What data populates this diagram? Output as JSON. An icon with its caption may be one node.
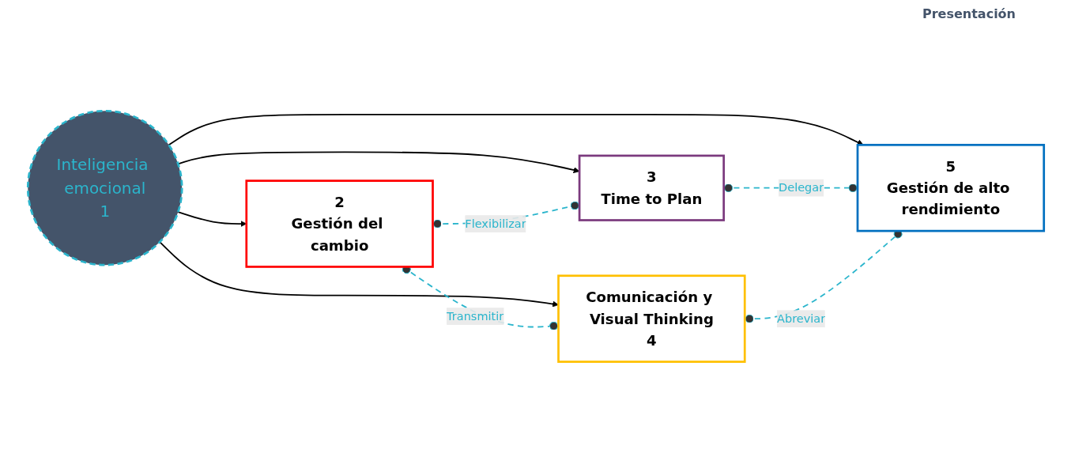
{
  "diagram": {
    "nodes": [
      {
        "text": [
          "Inteligencia emocional",
          "1"
        ]
      },
      {
        "text": [
          "2",
          "Gestión del cambio"
        ]
      },
      {
        "text": [
          "3",
          "Time to Plan"
        ]
      },
      {
        "text": [
          "Comunicación y Visual Thinking",
          "4"
        ]
      },
      {
        "text": [
          "5",
          "Gestión de alto rendimiento"
        ]
      }
    ],
    "edges": [
      {
        "from": 0,
        "to": 1,
        "arrow": "to"
      },
      {
        "from": 0,
        "to": 2,
        "arrow": "to"
      },
      {
        "from": 0,
        "to": 3,
        "arrow": "to"
      },
      {
        "from": 0,
        "to": 4,
        "arrow": "to"
      },
      {
        "from": 1,
        "to": 2,
        "arrow": "other",
        "label": "Flexibilizar",
        "style": "dashed",
        "color": "#2bb5cc"
      },
      {
        "from": 1,
        "to": 3,
        "arrow": "other",
        "label": "Transmitir",
        "style": "dashed",
        "color": "#2bb5cc"
      },
      {
        "from": 2,
        "to": 4,
        "arrow": "other",
        "label": "Delegar",
        "style": "dashed",
        "color": "#2bb5cc"
      },
      {
        "from": 3,
        "to": 4,
        "arrow": "other",
        "label": "Abreviar",
        "style": "dashed",
        "color": "#2bb5cc"
      }
    ],
    "labels": [
      "Presentación"
    ]
  }
}
